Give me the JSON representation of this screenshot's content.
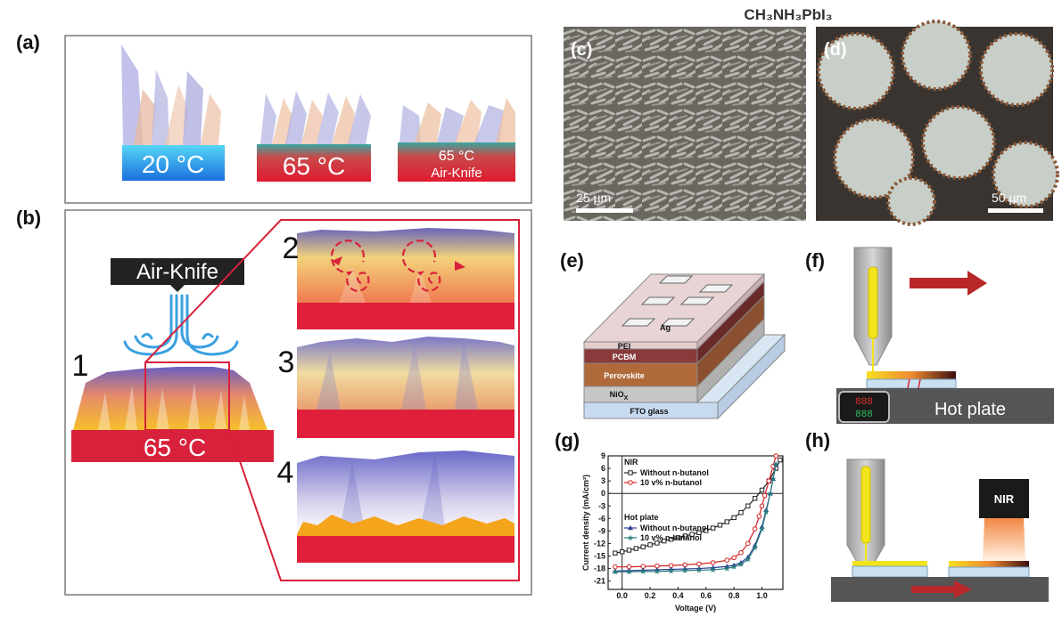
{
  "title": "CH₃NH₃PbI₃",
  "panels": {
    "a": {
      "label": "(a)",
      "temps": [
        "20 °C",
        "65 °C",
        "65 °C"
      ],
      "airknife": "Air-Knife"
    },
    "b": {
      "label": "(b)",
      "airknife": "Air-Knife",
      "temp": "65 °C",
      "steps": [
        "1",
        "2",
        "3",
        "4"
      ]
    },
    "c": {
      "label": "(c)",
      "scale": "25 µm"
    },
    "d": {
      "label": "(d)",
      "scale": "50 µm"
    },
    "e": {
      "label": "(e)",
      "layers": [
        "Ag",
        "PEI",
        "PCBM",
        "Perovskite",
        "NiO",
        "FTO glass"
      ],
      "nio_sub": "X"
    },
    "f": {
      "label": "(f)",
      "hotplate": "Hot plate",
      "display": "888"
    },
    "g": {
      "label": "(g)"
    },
    "h": {
      "label": "(h)",
      "nir": "NIR"
    }
  },
  "chart_data": {
    "type": "line",
    "xlabel": "Voltage (V)",
    "ylabel": "Current density (mA/cm²)",
    "xlim": [
      -0.1,
      1.15
    ],
    "ylim": [
      -23,
      9
    ],
    "xticks": [
      "0.0",
      "0.2",
      "0.4",
      "0.6",
      "0.8",
      "1.0"
    ],
    "xtick_values": [
      0.0,
      0.2,
      0.4,
      0.6,
      0.8,
      1.0
    ],
    "yticks": [
      "9",
      "6",
      "3",
      "0",
      "-3",
      "-6",
      "-9",
      "-12",
      "-15",
      "-18",
      "-21"
    ],
    "ytick_values": [
      9,
      6,
      3,
      0,
      -3,
      -6,
      -9,
      -12,
      -15,
      -18,
      -21
    ],
    "legend_groups": [
      {
        "title": "NIR",
        "series_index": [
          0,
          1
        ]
      },
      {
        "title": "Hot plate",
        "series_index": [
          2,
          3
        ]
      }
    ],
    "series": [
      {
        "name": "Without n-butanol",
        "color": "#222222",
        "marker": "square-open",
        "x": [
          -0.05,
          0.0,
          0.05,
          0.1,
          0.15,
          0.2,
          0.25,
          0.3,
          0.35,
          0.4,
          0.45,
          0.5,
          0.55,
          0.6,
          0.65,
          0.7,
          0.75,
          0.8,
          0.85,
          0.9,
          0.95,
          1.0,
          1.05,
          1.1,
          1.13
        ],
        "y": [
          -14.3,
          -14.0,
          -13.6,
          -13.2,
          -12.8,
          -12.3,
          -11.9,
          -11.4,
          -11.0,
          -10.6,
          -10.2,
          -9.8,
          -9.4,
          -8.9,
          -8.3,
          -7.6,
          -6.8,
          -5.8,
          -4.6,
          -3.0,
          -1.2,
          0.8,
          3.0,
          6.0,
          8.0
        ]
      },
      {
        "name": "10 v% n-butanol",
        "color": "#d42020",
        "marker": "circle-open",
        "x": [
          -0.05,
          0.05,
          0.15,
          0.25,
          0.35,
          0.45,
          0.55,
          0.65,
          0.75,
          0.8,
          0.85,
          0.9,
          0.95,
          0.98,
          1.0,
          1.02,
          1.05,
          1.08,
          1.1
        ],
        "y": [
          -17.6,
          -17.6,
          -17.5,
          -17.4,
          -17.3,
          -17.1,
          -16.9,
          -16.6,
          -16.0,
          -15.4,
          -14.2,
          -12.0,
          -8.5,
          -5.5,
          -3.0,
          -0.5,
          3.0,
          6.5,
          9.0
        ]
      },
      {
        "name": "Without n-butanol",
        "color": "#2a3f8f",
        "marker": "triangle-filled",
        "x": [
          -0.05,
          0.05,
          0.15,
          0.25,
          0.35,
          0.45,
          0.55,
          0.65,
          0.75,
          0.8,
          0.85,
          0.9,
          0.95,
          1.0,
          1.03,
          1.06,
          1.08,
          1.1
        ],
        "y": [
          -18.6,
          -18.5,
          -18.4,
          -18.3,
          -18.2,
          -18.1,
          -18.0,
          -17.8,
          -17.5,
          -17.2,
          -16.6,
          -15.3,
          -12.5,
          -8.0,
          -4.0,
          0.0,
          3.5,
          7.0
        ]
      },
      {
        "name": "10 v% n-butanol",
        "color": "#2a7f7f",
        "marker": "star-filled",
        "x": [
          -0.05,
          0.05,
          0.15,
          0.25,
          0.35,
          0.45,
          0.55,
          0.65,
          0.75,
          0.8,
          0.85,
          0.9,
          0.95,
          1.0,
          1.03,
          1.06,
          1.08,
          1.1
        ],
        "y": [
          -18.8,
          -18.8,
          -18.7,
          -18.7,
          -18.6,
          -18.5,
          -18.4,
          -18.3,
          -18.0,
          -17.6,
          -17.0,
          -15.8,
          -13.0,
          -8.5,
          -4.5,
          0.0,
          3.5,
          7.0
        ]
      }
    ]
  }
}
